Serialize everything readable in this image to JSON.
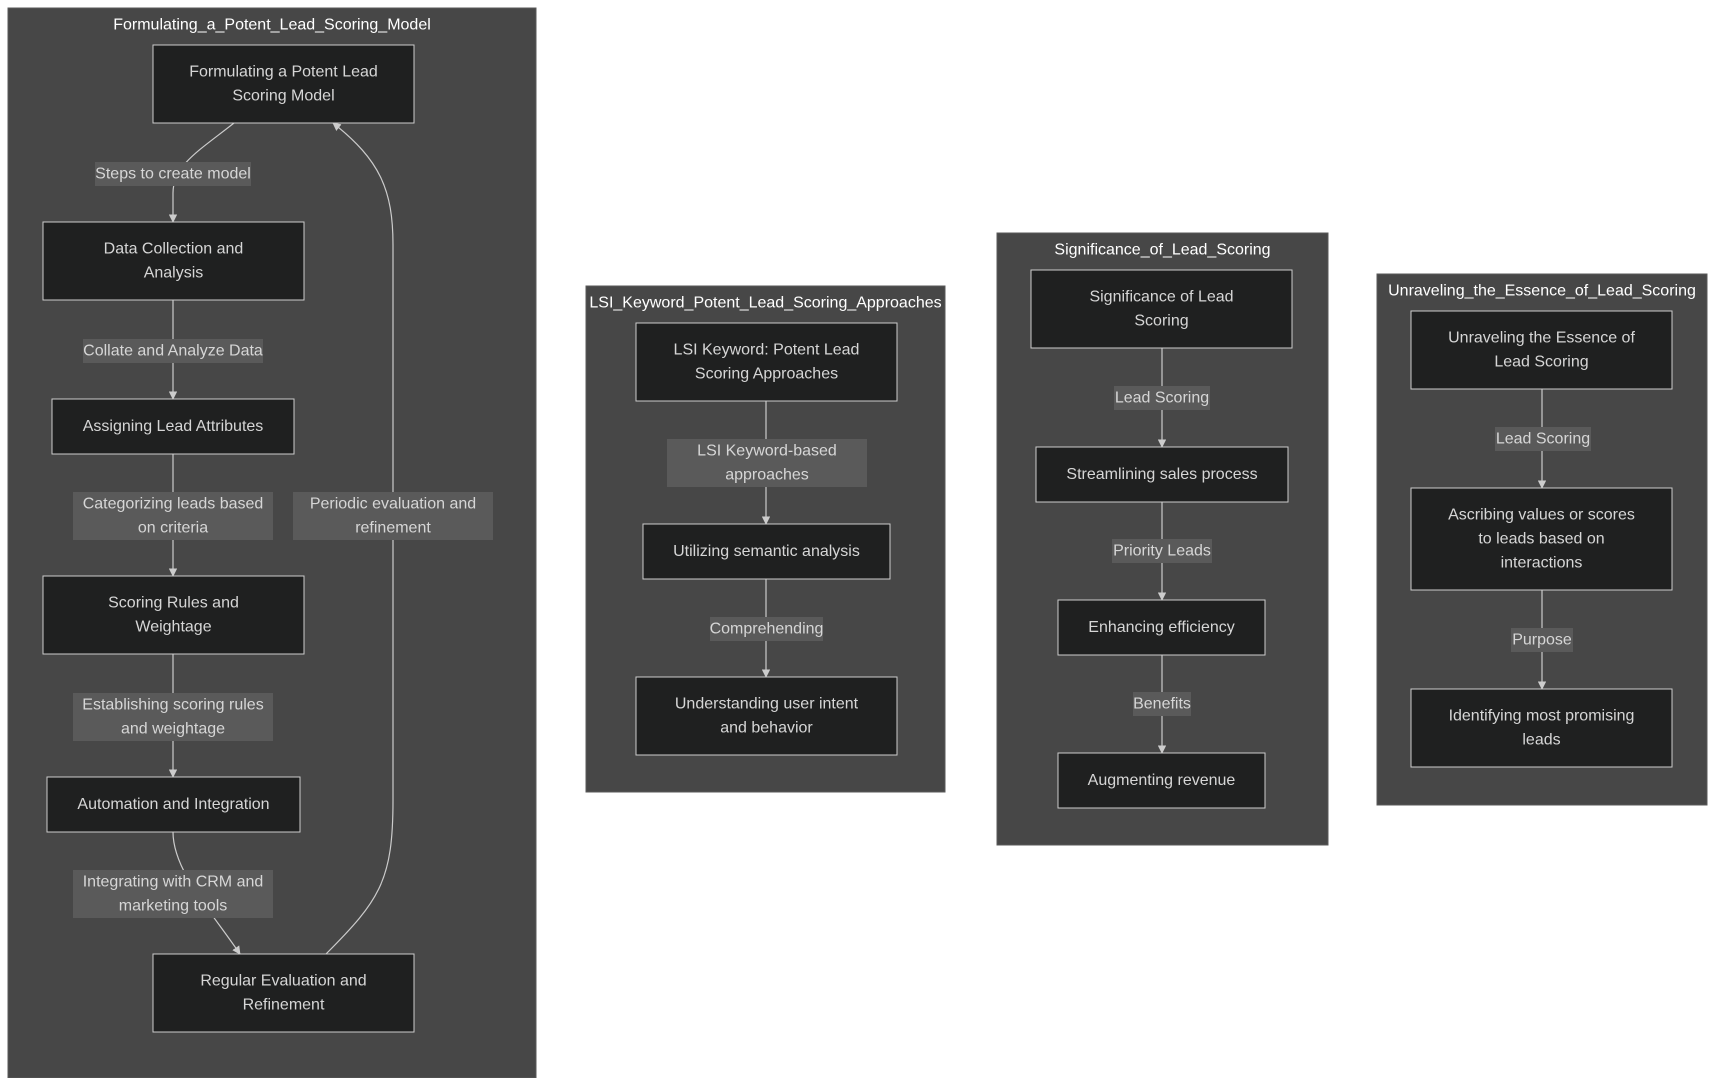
{
  "clusters": [
    {
      "title": "Formulating_a_Potent_Lead_Scoring_Model",
      "nodes": [
        {
          "lines": [
            "Formulating a Potent Lead",
            "Scoring Model"
          ]
        },
        {
          "lines": [
            "Data Collection and",
            "Analysis"
          ]
        },
        {
          "lines": [
            "Assigning Lead Attributes"
          ]
        },
        {
          "lines": [
            "Scoring Rules and",
            "Weightage"
          ]
        },
        {
          "lines": [
            "Automation and Integration"
          ]
        },
        {
          "lines": [
            "Regular Evaluation and",
            "Refinement"
          ]
        }
      ],
      "edges": [
        {
          "from": 0,
          "to": 1,
          "lines": [
            "Steps to create model"
          ]
        },
        {
          "from": 1,
          "to": 2,
          "lines": [
            "Collate and Analyze Data"
          ]
        },
        {
          "from": 2,
          "to": 3,
          "lines": [
            "Categorizing leads based",
            "on criteria"
          ]
        },
        {
          "from": 3,
          "to": 4,
          "lines": [
            "Establishing scoring rules",
            "and weightage"
          ]
        },
        {
          "from": 4,
          "to": 5,
          "lines": [
            "Integrating with CRM and",
            "marketing tools"
          ]
        },
        {
          "from": 5,
          "to": 0,
          "lines": [
            "Periodic evaluation and",
            "refinement"
          ]
        }
      ]
    },
    {
      "title": "LSI_Keyword_Potent_Lead_Scoring_Approaches",
      "nodes": [
        {
          "lines": [
            "LSI Keyword: Potent Lead",
            "Scoring Approaches"
          ]
        },
        {
          "lines": [
            "Utilizing semantic analysis"
          ]
        },
        {
          "lines": [
            "Understanding user intent",
            "and behavior"
          ]
        }
      ],
      "edges": [
        {
          "from": 0,
          "to": 1,
          "lines": [
            "LSI Keyword-based",
            "approaches"
          ]
        },
        {
          "from": 1,
          "to": 2,
          "lines": [
            "Comprehending"
          ]
        }
      ]
    },
    {
      "title": "Significance_of_Lead_Scoring",
      "nodes": [
        {
          "lines": [
            "Significance of Lead",
            "Scoring"
          ]
        },
        {
          "lines": [
            "Streamlining sales process"
          ]
        },
        {
          "lines": [
            "Enhancing efficiency"
          ]
        },
        {
          "lines": [
            "Augmenting revenue"
          ]
        }
      ],
      "edges": [
        {
          "from": 0,
          "to": 1,
          "lines": [
            "Lead Scoring"
          ]
        },
        {
          "from": 1,
          "to": 2,
          "lines": [
            "Priority Leads"
          ]
        },
        {
          "from": 2,
          "to": 3,
          "lines": [
            "Benefits"
          ]
        }
      ]
    },
    {
      "title": "Unraveling_the_Essence_of_Lead_Scoring",
      "nodes": [
        {
          "lines": [
            "Unraveling the Essence of",
            "Lead Scoring"
          ]
        },
        {
          "lines": [
            "Ascribing values or scores",
            "to leads based on",
            "interactions"
          ]
        },
        {
          "lines": [
            "Identifying most promising",
            "leads"
          ]
        }
      ],
      "edges": [
        {
          "from": 0,
          "to": 1,
          "lines": [
            "Lead Scoring"
          ]
        },
        {
          "from": 1,
          "to": 2,
          "lines": [
            "Purpose"
          ]
        }
      ]
    }
  ],
  "colors": {
    "cluster_fill": "#474747",
    "node_fill": "#1f2020",
    "node_stroke": "#cccccc",
    "label_fill": "#5a5a5a",
    "text": "#d6d6d6",
    "title": "#ffffff"
  }
}
